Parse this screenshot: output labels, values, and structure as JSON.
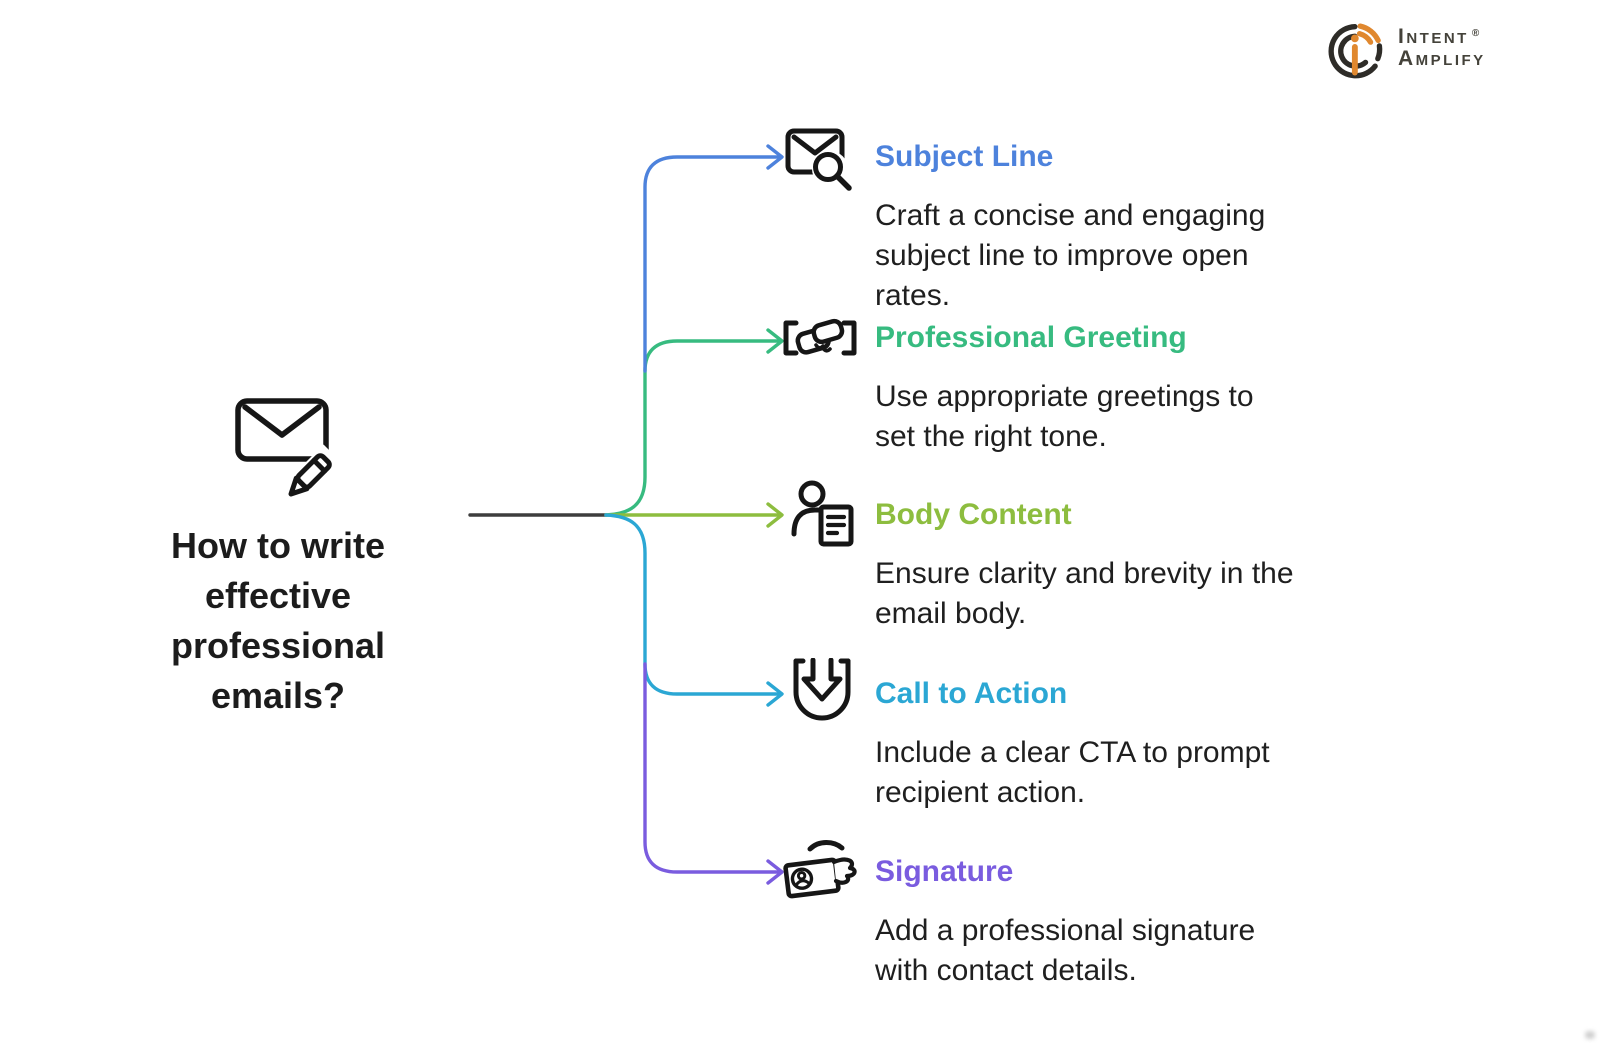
{
  "logo": {
    "name": "Intent Amplify",
    "line1": "Intent",
    "registered_mark": "®",
    "line2": "Amplify"
  },
  "center": {
    "title": "How to write\neffective\nprofessional\nemails?",
    "icon": "mail-edit-icon"
  },
  "branches": [
    {
      "title": "Subject Line",
      "desc": "Craft a concise and engaging\nsubject line to improve open\nrates.",
      "color": "#4d82dc",
      "icon": "mail-search-icon"
    },
    {
      "title": "Professional Greeting",
      "desc": "Use appropriate greetings to\nset the right tone.",
      "color": "#37bb80",
      "icon": "handshake-icon"
    },
    {
      "title": "Body Content",
      "desc": "Ensure clarity and brevity in the\nemail body.",
      "color": "#8dbd3f",
      "icon": "person-document-icon"
    },
    {
      "title": "Call to Action",
      "desc": "Include a clear CTA to prompt\nrecipient action.",
      "color": "#2ba7d4",
      "icon": "arrow-shield-icon"
    },
    {
      "title": "Signature",
      "desc": "Add a professional signature\nwith contact details.",
      "color": "#7a5cdf",
      "icon": "id-card-hand-icon"
    }
  ],
  "colors": {
    "blue": "#4d82dc",
    "green": "#37bb80",
    "lime": "#8dbd3f",
    "cyan": "#2ba7d4",
    "purple": "#7a5cdf",
    "trunk": "#3d3d3d",
    "logo-orange": "#e0882f",
    "logo-dark": "#2e2c28",
    "logo-text": "#44423a"
  }
}
